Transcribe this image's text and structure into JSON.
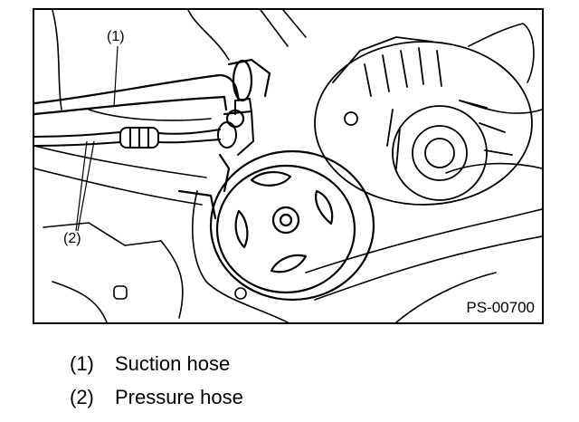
{
  "figure": {
    "code": "PS-00700",
    "callouts": [
      "(1)",
      "(2)"
    ]
  },
  "legend": [
    {
      "number": "(1)",
      "label": "Suction hose"
    },
    {
      "number": "(2)",
      "label": "Pressure hose"
    }
  ]
}
